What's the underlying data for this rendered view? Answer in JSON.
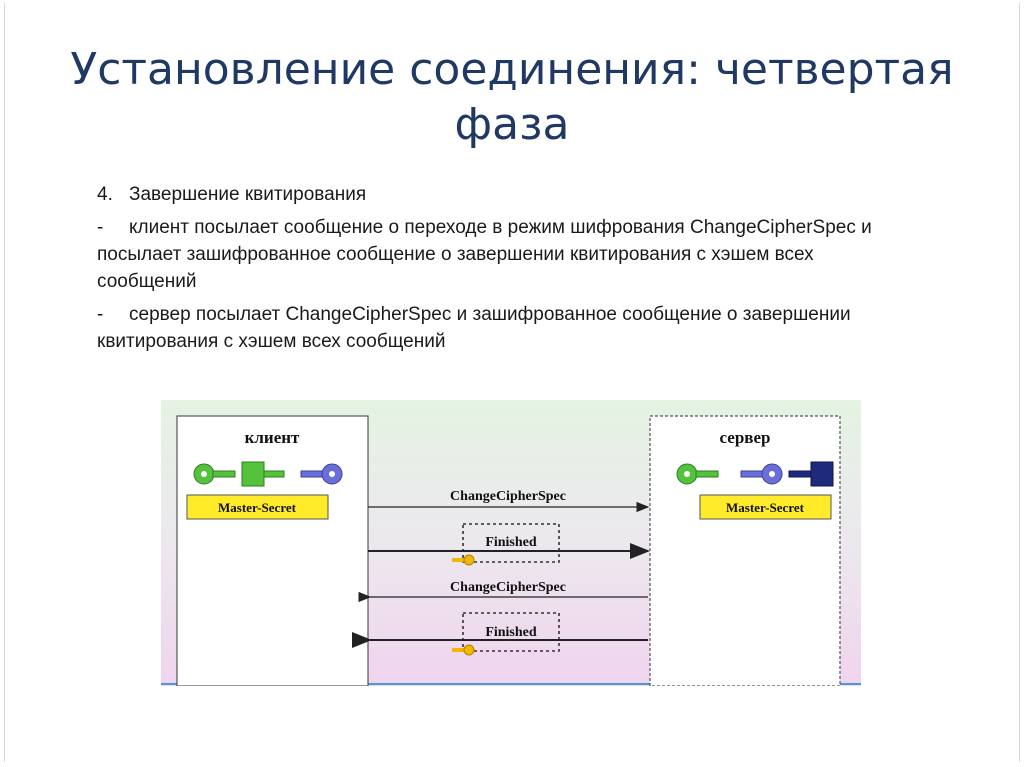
{
  "title": {
    "line1": "Установление соединения: четвертая",
    "line2": "фаза"
  },
  "body": {
    "step_number": "4.",
    "step_title": "Завершение квитирования",
    "bullet1_marker": "-",
    "bullet1_line1": "клиент посылает сообщение о переходе в режим шифрования ChangeCipherSpec и",
    "bullet1_line2": "посылает зашифрованное сообщение о завершении квитирования с хэшем всех",
    "bullet1_line3": "сообщений",
    "bullet2_marker": "-",
    "bullet2_line1": "сервер посылает ChangeCipherSpec и зашифрованное сообщение о завершении",
    "bullet2_line2": "квитирования с хэшем всех сообщений"
  },
  "diagram": {
    "client_label": "клиент",
    "server_label": "сервер",
    "client_secret": "Master-Secret",
    "server_secret": "Master-Secret",
    "msg1": "ChangeCipherSpec",
    "msg2": "Finished",
    "msg3": "ChangeCipherSpec",
    "msg4": "Finished",
    "colors": {
      "key_green": "#55c23e",
      "key_purple": "#6a6fd8",
      "lock_navy": "#1e2a7a",
      "secret_yellow": "#ffeb2a",
      "small_key": "#f0b800"
    },
    "icons": [
      "green-key-icon",
      "green-lock-icon",
      "purple-key-icon",
      "navy-lock-icon",
      "gold-key-icon"
    ]
  }
}
